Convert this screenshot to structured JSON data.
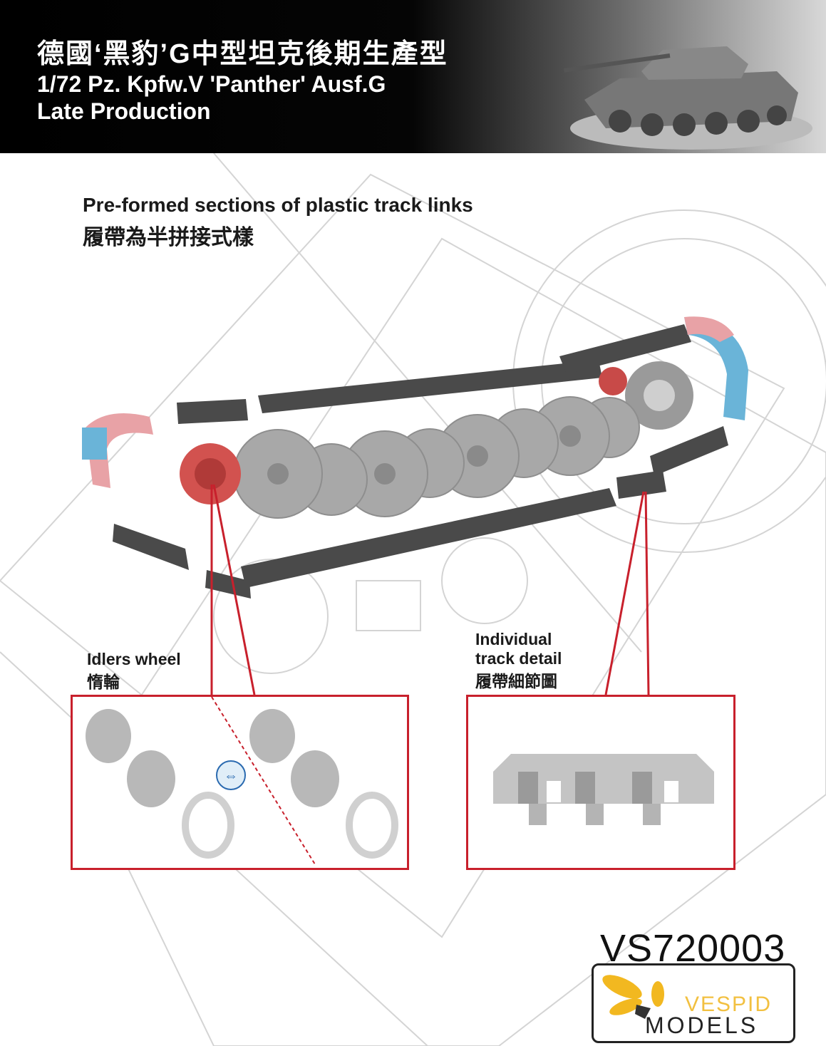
{
  "header": {
    "title_zh": "德國‘黑豹’G中型坦克後期生產型",
    "title_en": "1/72 Pz. Kpfw.V 'Panther' Ausf.G",
    "subtitle_en": "Late Production"
  },
  "main": {
    "caption_en": "Pre-formed sections of plastic track links",
    "caption_zh": "履帶為半拼接式樣"
  },
  "callouts": {
    "idler": {
      "label_en": "Idlers wheel",
      "label_zh": "惰輪"
    },
    "track": {
      "label_en_1": "Individual",
      "label_en_2": "track detail",
      "label_zh": "履帶細節圖"
    }
  },
  "product": {
    "code": "VS720003",
    "brand_line1": "VESPID",
    "brand_line2": "MODELS"
  },
  "colors": {
    "accent_red": "#c8202c",
    "brand_yellow": "#f2b820",
    "idler_red": "#d2524f",
    "track_dark": "#4a4a4a"
  }
}
